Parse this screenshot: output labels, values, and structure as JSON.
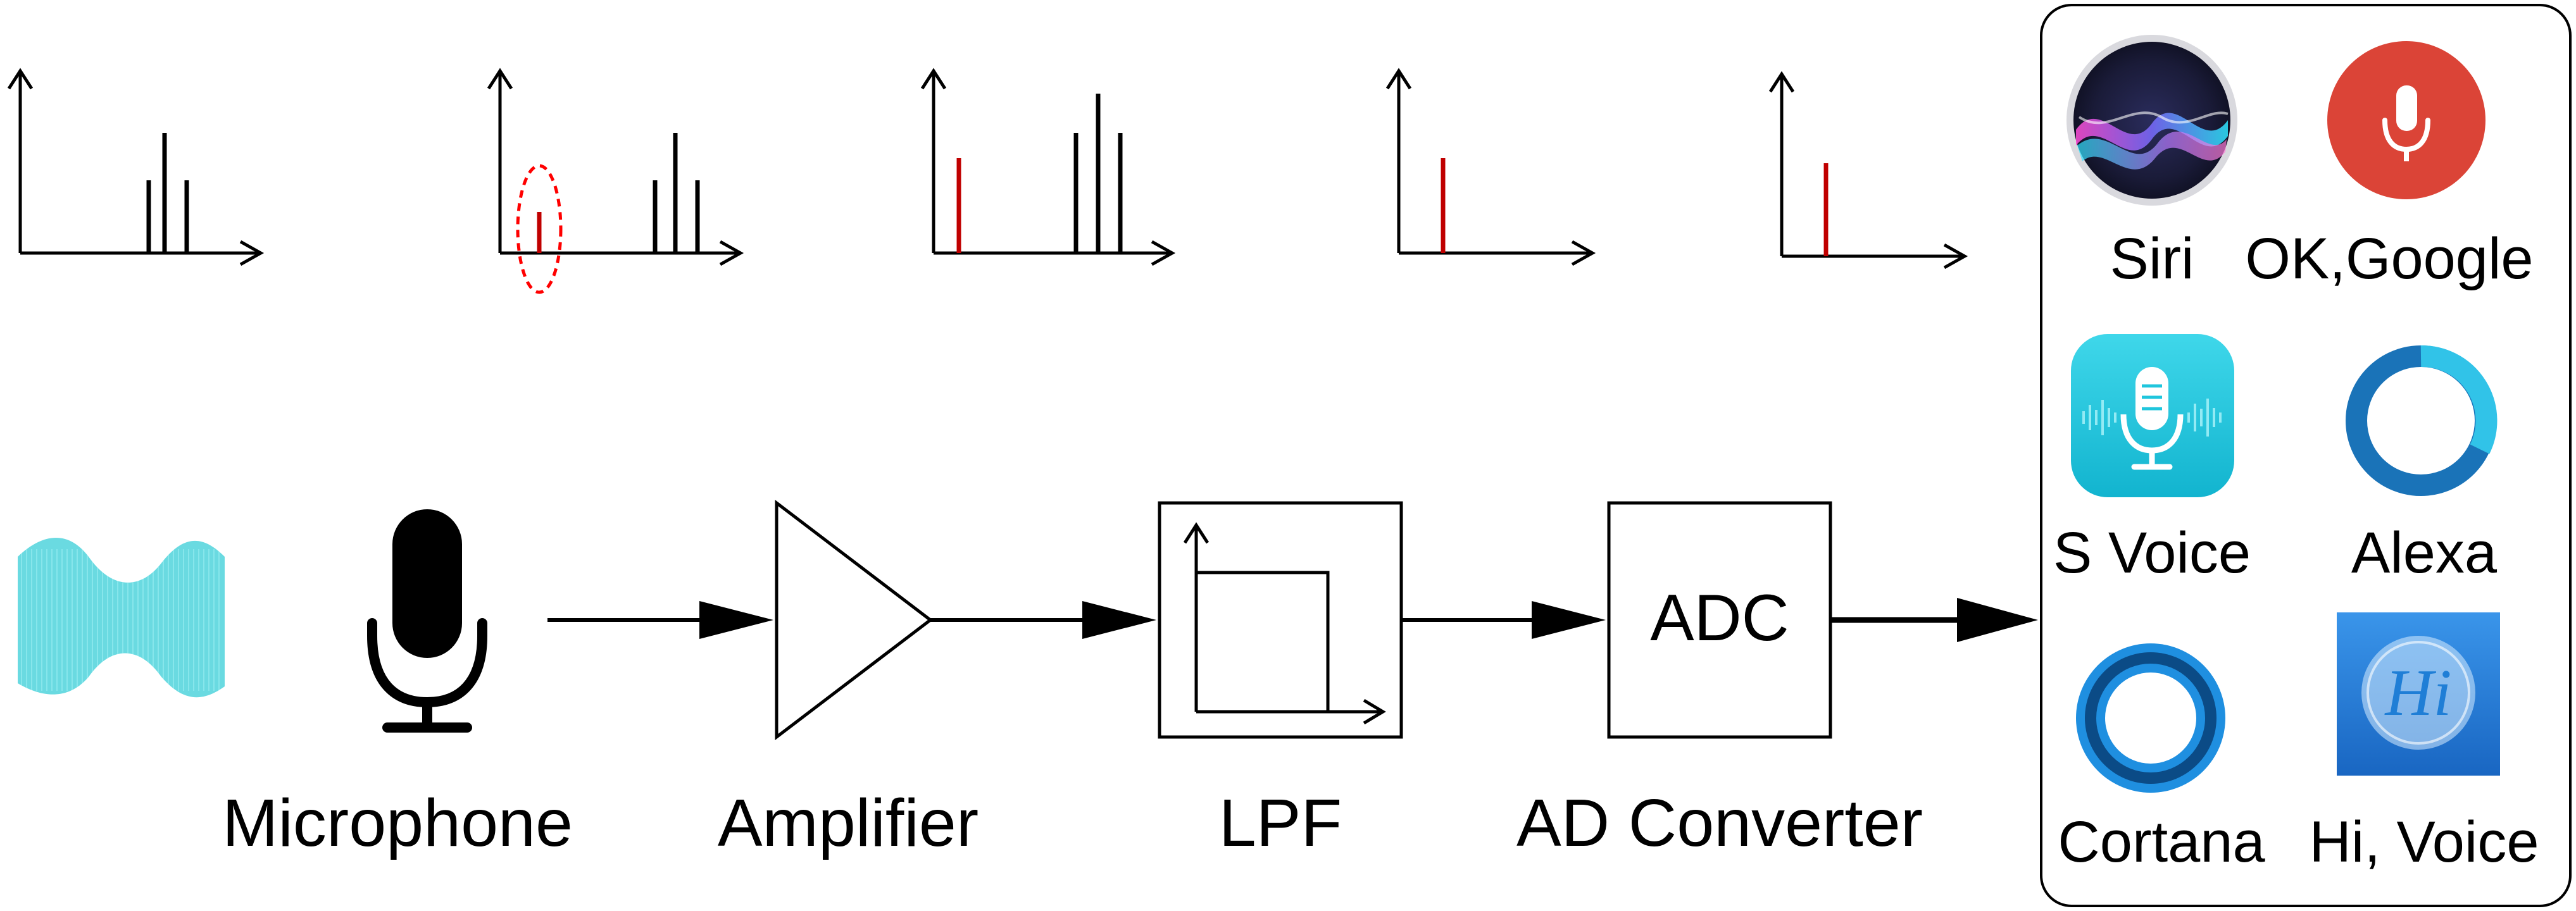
{
  "pipeline": {
    "stages": [
      {
        "id": "microphone",
        "label": "Microphone"
      },
      {
        "id": "amplifier",
        "label": "Amplifier"
      },
      {
        "id": "lpf",
        "label": "LPF"
      },
      {
        "id": "adc",
        "label": "AD Converter",
        "box_text": "ADC"
      }
    ]
  },
  "spectra": [
    {
      "id": "spectrum-1",
      "black_lines": 3,
      "red_lines": 0,
      "highlighted": false
    },
    {
      "id": "spectrum-2",
      "black_lines": 3,
      "red_lines": 1,
      "highlighted": true
    },
    {
      "id": "spectrum-3",
      "black_lines": 3,
      "red_lines": 1,
      "highlighted": false
    },
    {
      "id": "spectrum-4",
      "black_lines": 0,
      "red_lines": 1,
      "highlighted": false
    },
    {
      "id": "spectrum-5",
      "black_lines": 0,
      "red_lines": 1,
      "highlighted": false
    }
  ],
  "assistants": [
    {
      "id": "siri",
      "label": "Siri",
      "icon": "siri-icon"
    },
    {
      "id": "ok-google",
      "label": "OK,Google",
      "icon": "google-mic-icon"
    },
    {
      "id": "s-voice",
      "label": "S Voice",
      "icon": "s-voice-icon"
    },
    {
      "id": "alexa",
      "label": "Alexa",
      "icon": "alexa-icon"
    },
    {
      "id": "cortana",
      "label": "Cortana",
      "icon": "cortana-icon"
    },
    {
      "id": "hi-voice",
      "label": "Hi, Voice",
      "icon": "hi-voice-icon",
      "glyph": "Hi"
    }
  ],
  "colors": {
    "line": "#000000",
    "red_line": "#c00000",
    "highlight": "#ff0000",
    "waveform": "#5ad6de",
    "google_red": "#db4437",
    "s_voice": "#1fc6dd",
    "alexa": "#1a73b8",
    "alexa_light": "#31c3e8",
    "cortana": "#1484d4",
    "hi_voice": "#1f7ed6"
  }
}
